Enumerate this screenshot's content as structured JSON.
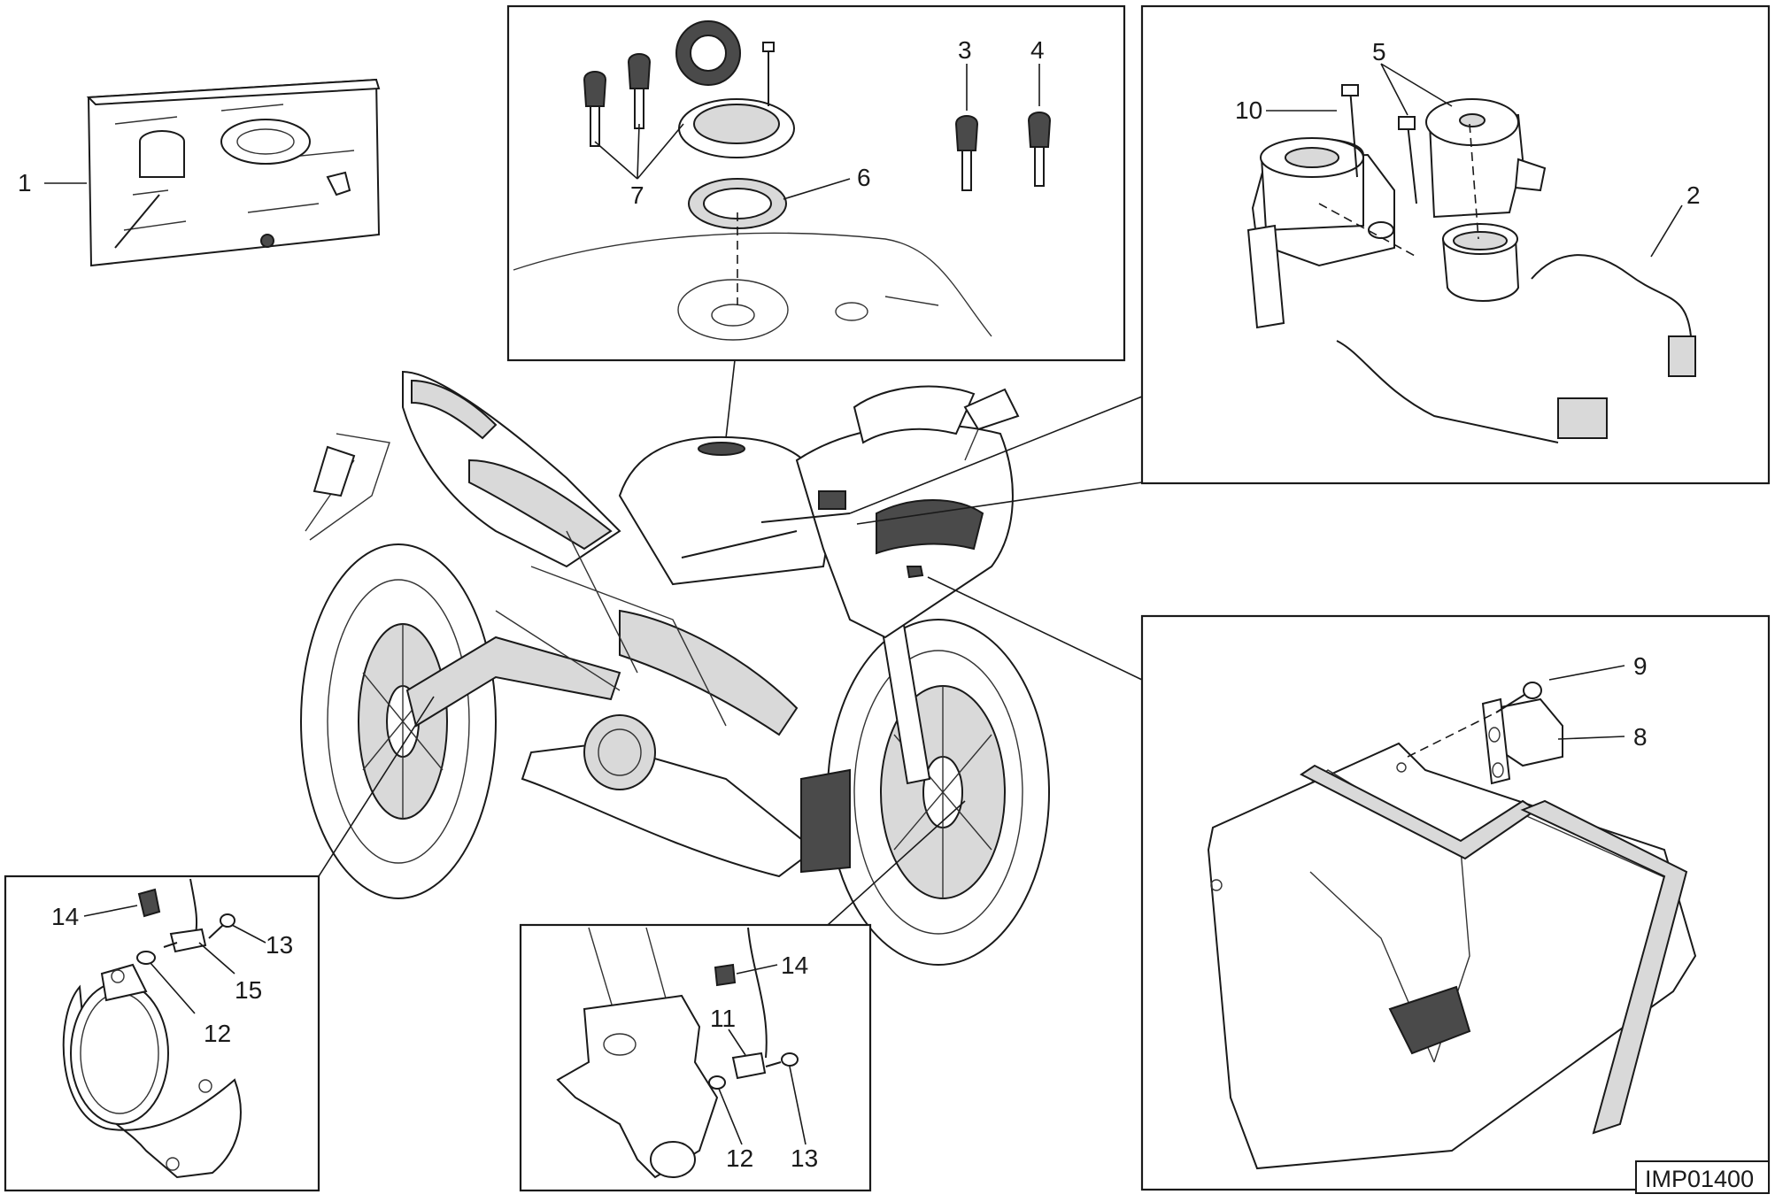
{
  "diagram_code": "IMP01400",
  "callouts": {
    "c1": "1",
    "c2": "2",
    "c3": "3",
    "c4": "4",
    "c5": "5",
    "c6": "6",
    "c7": "7",
    "c8": "8",
    "c9": "9",
    "c10": "10",
    "c11": "11",
    "c12a": "12",
    "c12b": "12",
    "c13a": "13",
    "c13b": "13",
    "c14a": "14",
    "c14b": "14",
    "c15": "15"
  }
}
